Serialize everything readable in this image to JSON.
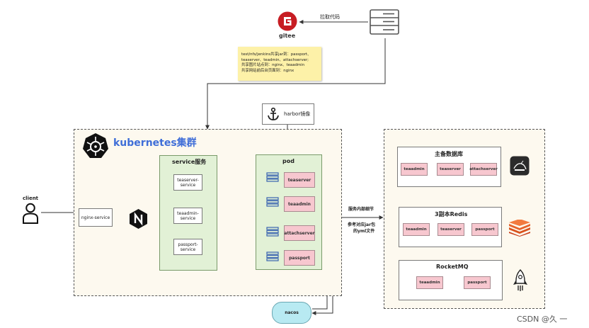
{
  "labels": {
    "pull_code": "拉取代码",
    "gitee": "gitee",
    "note_lines": [
      "test/nfs/jenkins共享jar到：passport、",
      "teaserver、teadmin、attachserver;",
      "共享图片站点到：nginx、teaadmin",
      "共享网站前后台页面到：nginx"
    ],
    "harbor": "harbor镜像",
    "k8s_title": "kubernetes集群",
    "service_title": "service服务",
    "pod_title": "pod",
    "client": "client",
    "nginx_service": "nginx-service",
    "nacos": "nacos",
    "middle_note_1": "服务内部细节",
    "middle_note_2": "参考对应jar包",
    "middle_note_3": "的yml文件",
    "watermark": "CSDN @久 一"
  },
  "services": [
    {
      "line1": "teaserver-",
      "line2": "service"
    },
    {
      "line1": "teaadmin-",
      "line2": "service"
    },
    {
      "line1": "passport-",
      "line2": "service"
    }
  ],
  "pods": [
    "teaserver",
    "teaadmin",
    "attachserver",
    "passport"
  ],
  "right_groups": {
    "db": {
      "title": "主备数据库",
      "items": [
        "teaadmin",
        "teaserver",
        "attachserver"
      ]
    },
    "redis": {
      "title": "3副本Redis",
      "items": [
        "teaadmin",
        "teaserver",
        "passport"
      ]
    },
    "mq": {
      "title": "RocketMQ",
      "items": [
        "teaadmin",
        "passport"
      ]
    }
  },
  "icons": {
    "gitee": "gitee-logo-icon",
    "server": "server-icon",
    "anchor": "anchor-icon",
    "k8s": "kubernetes-icon",
    "nginx": "nginx-icon",
    "user": "user-icon",
    "mysql": "mysql-icon",
    "redis": "redis-icon",
    "rocketmq": "rocketmq-icon"
  },
  "colors": {
    "pink": "#f7c7cf",
    "green": "#e2f1d6",
    "nacos": "#b8eaf2",
    "note": "#fdf1a8",
    "k8s_title": "#3f6ed8"
  }
}
